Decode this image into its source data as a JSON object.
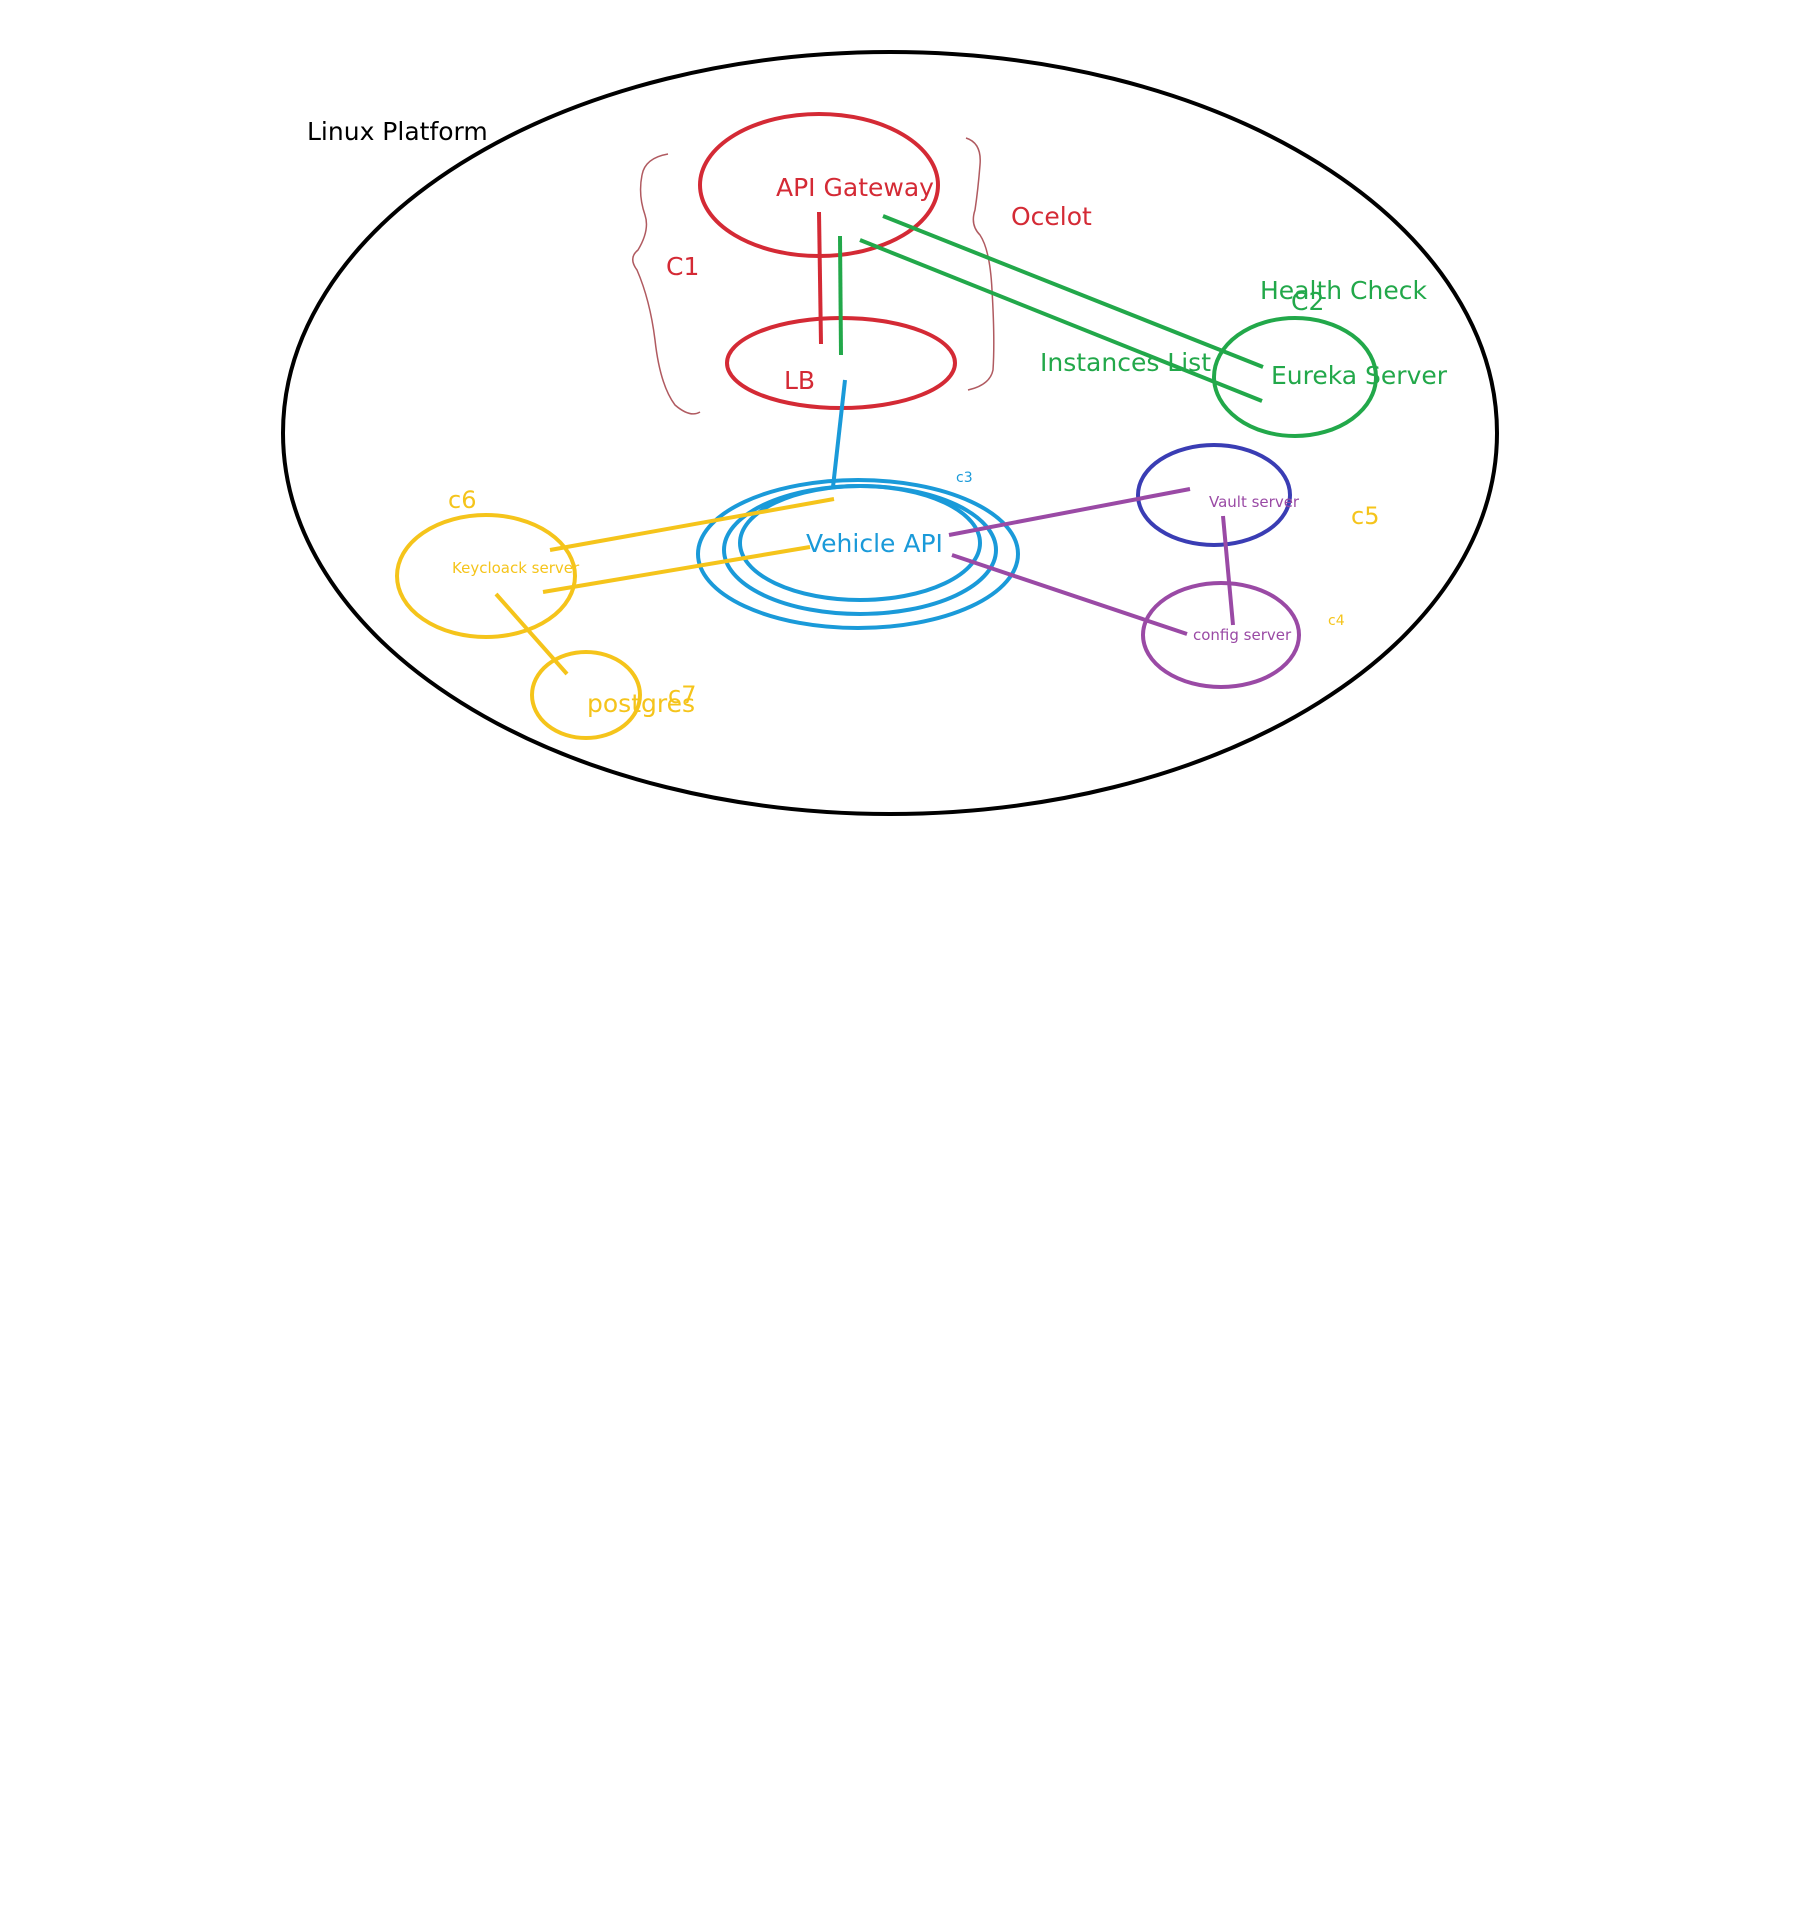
{
  "colors": {
    "outline": "#000000",
    "c1": "#d42a35",
    "c1_brace": "#b05a60",
    "eureka": "#22a84a",
    "vehicle": "#1a9ad9",
    "vault": "#3a3db4",
    "config": "#9a4aa5",
    "keycloak": "#f5c41b"
  },
  "diagram": {
    "platform_label": "Linux Platform",
    "groups": {
      "c1": "C1",
      "c2": "C2",
      "c3": "c3",
      "c4": "c4",
      "c5": "c5",
      "c6": "c6",
      "c7": "c7"
    },
    "nodes": {
      "api_gateway": "API Gateway",
      "lb": "LB",
      "eureka": "Eureka Server",
      "vehicle": "Vehicle API",
      "vault": "Vault server",
      "config": "config server",
      "keycloak": "Keycloack server",
      "postgres": "postgres"
    },
    "annotations": {
      "ocelot": "Ocelot",
      "health_check": "Health Check",
      "instances_list": "Instances List"
    }
  }
}
